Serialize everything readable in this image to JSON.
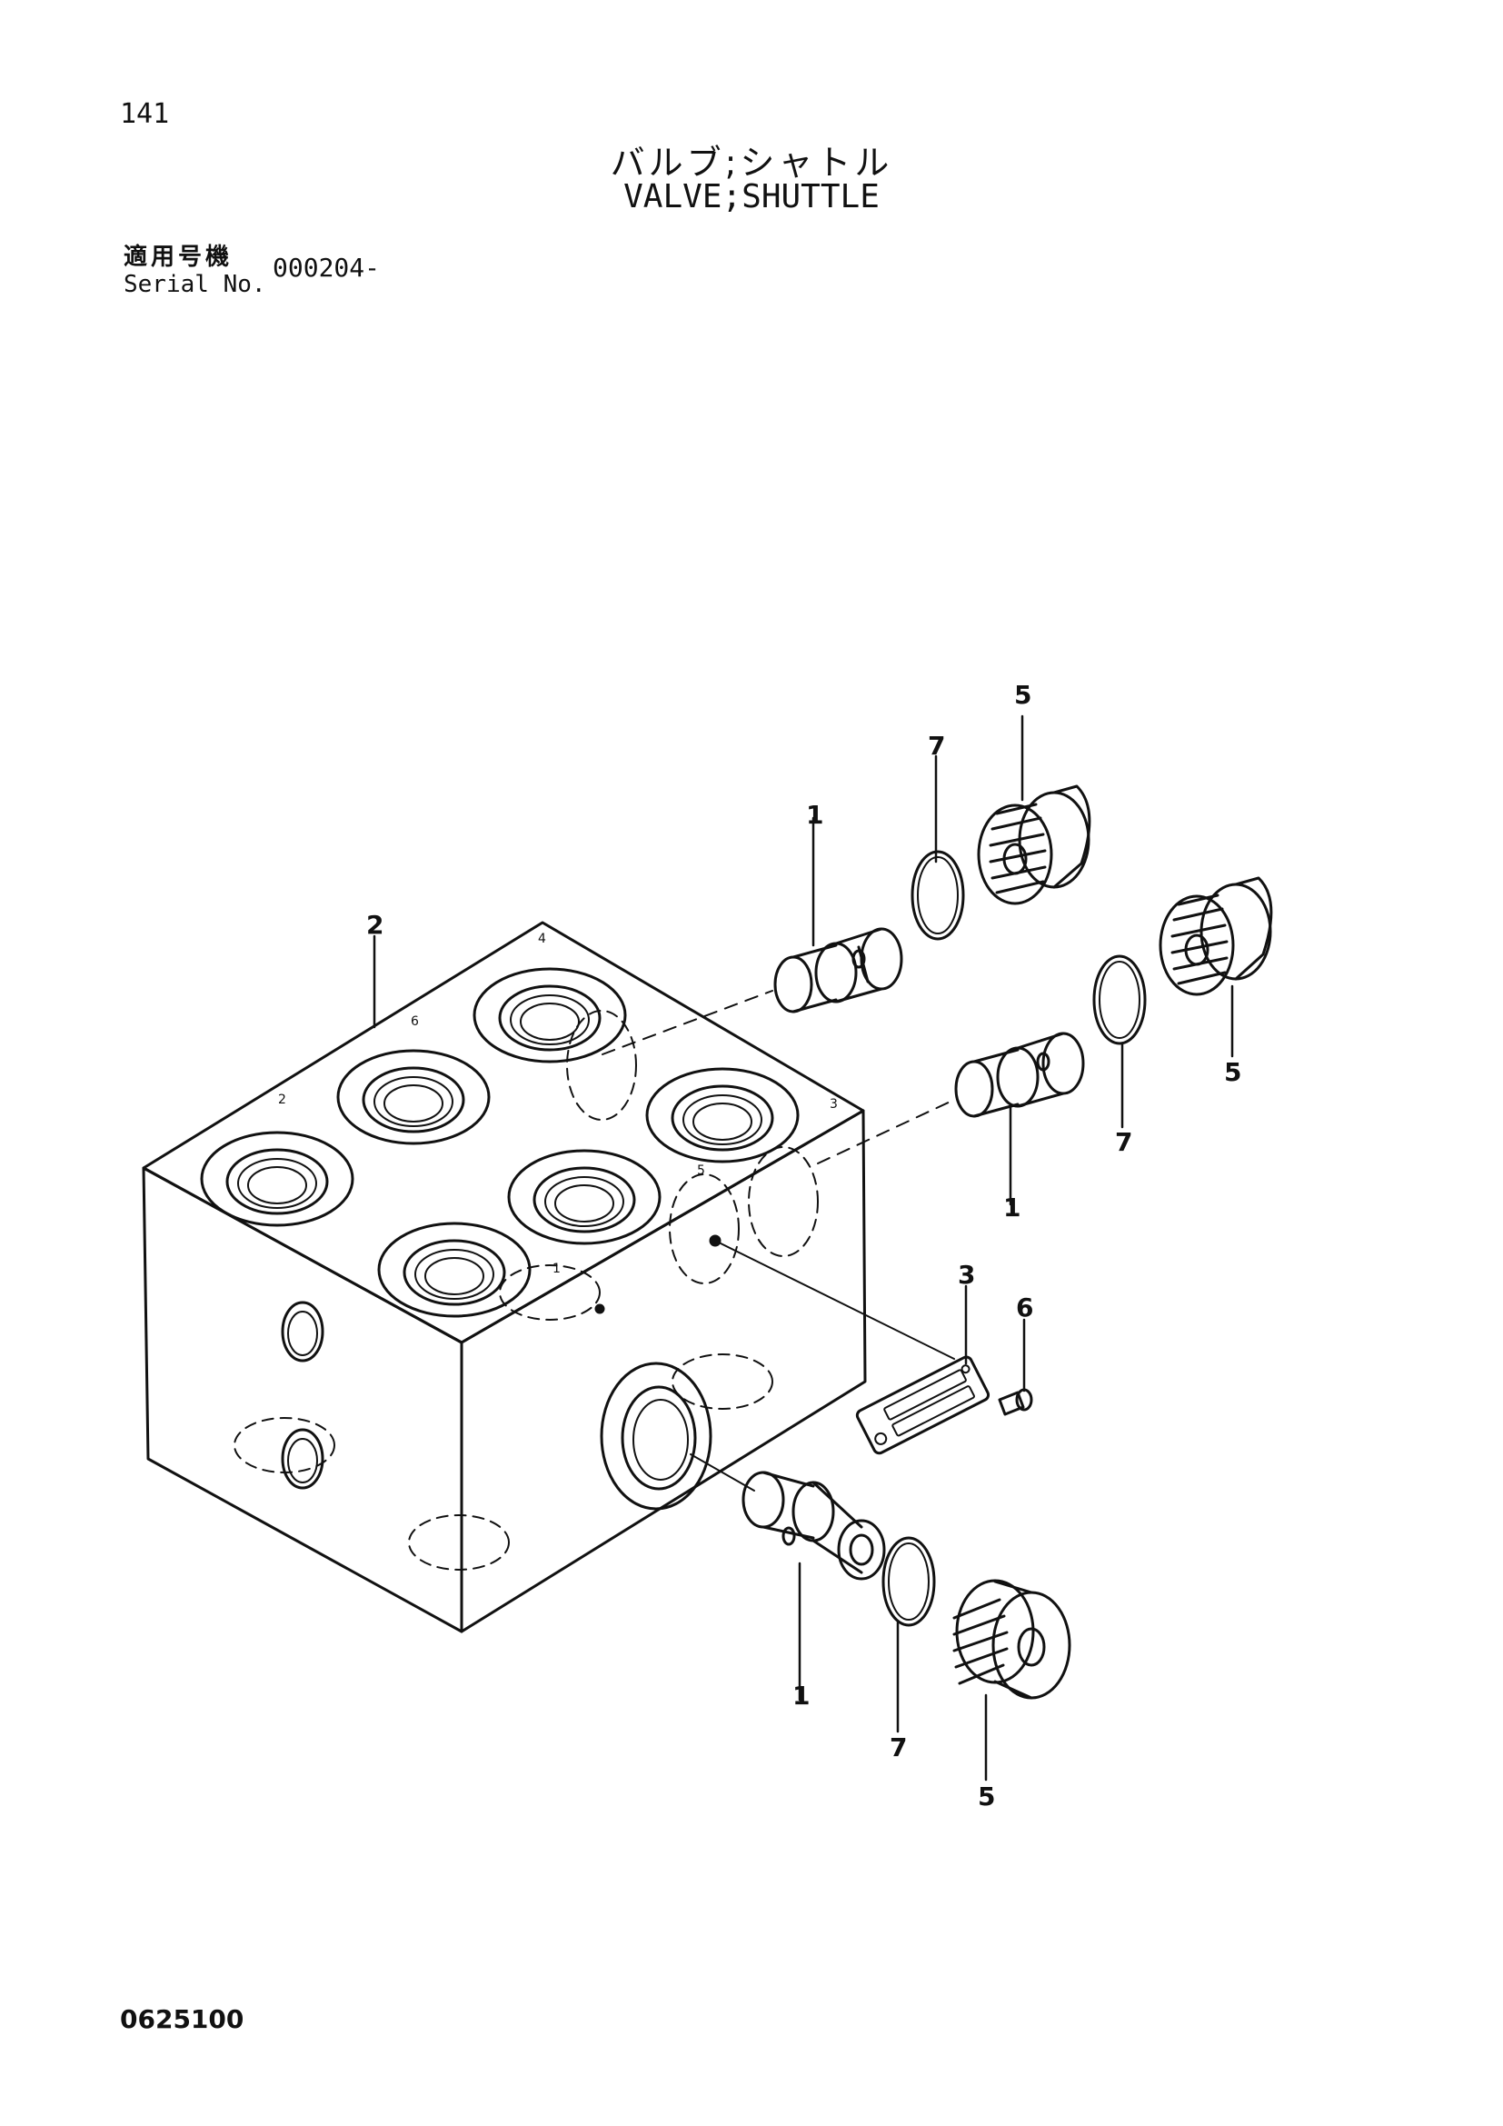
{
  "page": {
    "number": "141",
    "title_jp": "バルブ;シャトル",
    "title_en": "VALVE;SHUTTLE",
    "serial_label_jp": "適用号機",
    "serial_label_en": "Serial No.",
    "serial_value": "000204-",
    "drawing_code": "0625100"
  },
  "callouts": {
    "c1_top": "1",
    "c1_mid": "1",
    "c1_bottom": "1",
    "c2": "2",
    "c3": "3",
    "c5_top": "5",
    "c5_mid": "5",
    "c5_bottom": "5",
    "c6": "6",
    "c7_top": "7",
    "c7_mid": "7",
    "c7_bottom": "7"
  },
  "port_labels": {
    "p4": "4",
    "p6": "6",
    "p2": "2",
    "p3": "3",
    "p5": "5",
    "p1": "1"
  }
}
